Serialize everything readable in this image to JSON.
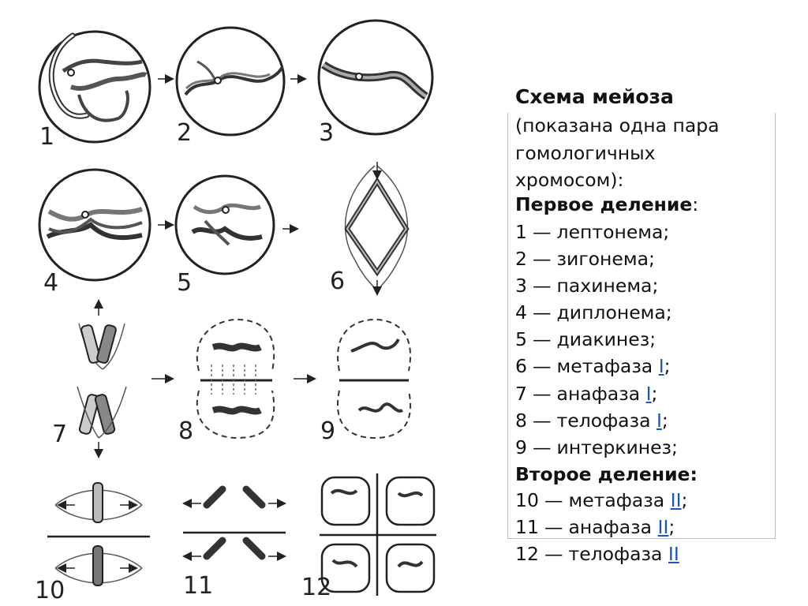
{
  "legend": {
    "title": "Схема мейоза",
    "subtitle_lines": [
      "(показана одна пара",
      "гомологичных",
      "хромосом):"
    ],
    "first_division_label": "Первое деление",
    "first_division_colon": ":",
    "second_division_label": "Второе деление:",
    "items": [
      {
        "num": "1",
        "name": "лептонема",
        "link": "",
        "end": ";"
      },
      {
        "num": "2",
        "name": "зигонема",
        "link": "",
        "end": ";"
      },
      {
        "num": "3",
        "name": "пахинема",
        "link": "",
        "end": ";"
      },
      {
        "num": "4",
        "name": "диплонема",
        "link": "",
        "end": ";"
      },
      {
        "num": "5",
        "name": "диакинез",
        "link": "",
        "end": ";"
      },
      {
        "num": "6",
        "name": "метафаза",
        "link": "I",
        "end": ";"
      },
      {
        "num": "7",
        "name": "анафаза",
        "link": "I",
        "end": ";"
      },
      {
        "num": "8",
        "name": "телофаза",
        "link": "I",
        "end": ";"
      },
      {
        "num": "9",
        "name": "интеркинез",
        "link": "",
        "end": ";"
      },
      {
        "num": "10",
        "name": "метафаза",
        "link": "II",
        "end": ";"
      },
      {
        "num": "11",
        "name": "анафаза",
        "link": "II",
        "end": ";"
      },
      {
        "num": "12",
        "name": "телофаза",
        "link": "II",
        "end": ""
      }
    ],
    "dash": "—"
  },
  "stage_numbers": [
    "1",
    "2",
    "3",
    "4",
    "5",
    "6",
    "7",
    "8",
    "9",
    "10",
    "11",
    "12"
  ]
}
